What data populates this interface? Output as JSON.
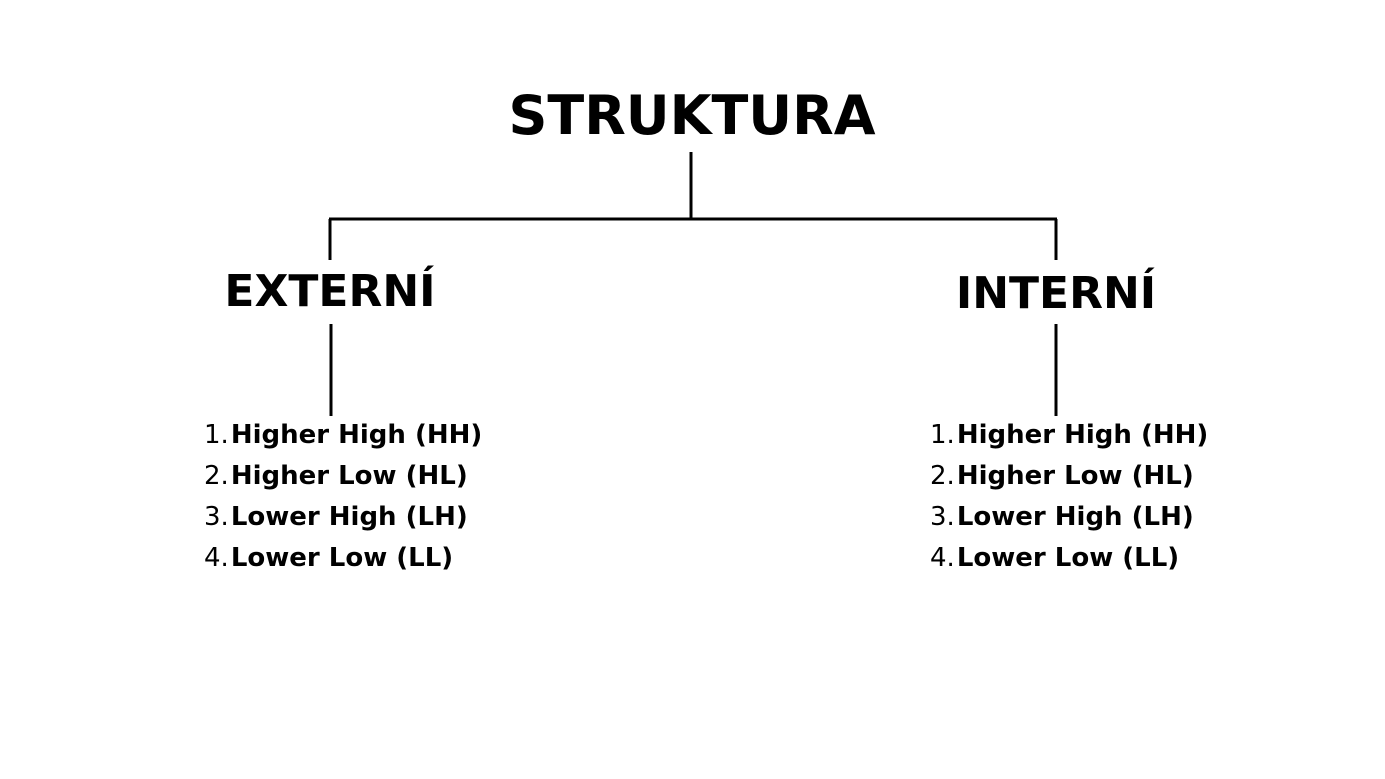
{
  "diagram": {
    "title": "STRUKTURA",
    "branches": [
      {
        "title": "EXTERNÍ",
        "items": [
          {
            "num": "1.",
            "label": "Higher High (HH)"
          },
          {
            "num": "2.",
            "label": "Higher Low (HL)"
          },
          {
            "num": "3.",
            "label": "Lower High (LH)"
          },
          {
            "num": "4.",
            "label": "Lower Low (LL)"
          }
        ]
      },
      {
        "title": "INTERNÍ",
        "items": [
          {
            "num": "1.",
            "label": "Higher High (HH)"
          },
          {
            "num": "2.",
            "label": "Higher Low (HL)"
          },
          {
            "num": "3.",
            "label": "Lower High (LH)"
          },
          {
            "num": "4.",
            "label": "Lower Low (LL)"
          }
        ]
      }
    ],
    "line_color": "#000000",
    "text_color": "#000000",
    "background": "#ffffff"
  }
}
